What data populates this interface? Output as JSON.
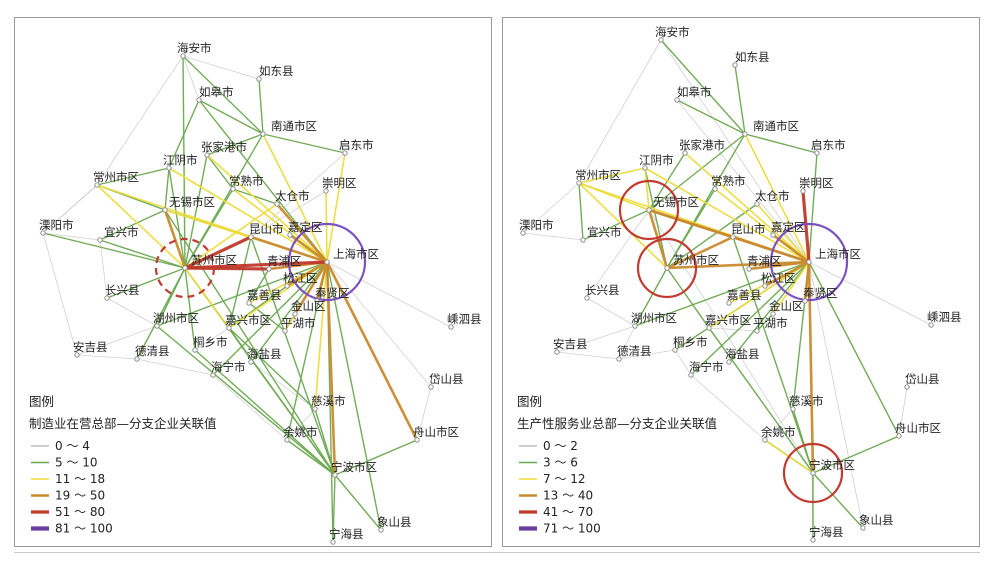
{
  "colors": {
    "c0": "#bdbdbd",
    "c1": "#6aa84f",
    "c2": "#ecdc3a",
    "c3": "#c98a2e",
    "c4": "#c0392b",
    "c5": "#6a3fa0",
    "node": "#8c8c8c",
    "circle_purple": "#7b4fbf",
    "circle_red": "#c23b31"
  },
  "cities": {
    "haian": "海安市",
    "rudong": "如东县",
    "rugao": "如皋市",
    "nantong": "南通市区",
    "qidong": "启东市",
    "zhangjiagang": "张家港市",
    "jiangyin": "江阴市",
    "changshu": "常熟市",
    "changzhou": "常州市区",
    "chongming": "崇明区",
    "taicang": "太仓市",
    "wuxi": "无锡市区",
    "liyang": "溧阳市",
    "yixing": "宜兴市",
    "kunshan": "昆山市",
    "jiading": "嘉定区",
    "shanghai": "上海市区",
    "suzhou": "苏州市区",
    "qingpu": "青浦区",
    "songjiang": "松江区",
    "fengxian": "奉贤区",
    "changxing": "长兴县",
    "jiashan": "嘉善县",
    "jinshan": "金山区",
    "shengsi": "嵊泗县",
    "huzhou": "湖州市区",
    "jiaxing": "嘉兴市区",
    "pinghu": "平湖市",
    "anji": "安吉县",
    "tongxiang": "桐乡市",
    "deqing": "德清县",
    "haiyan": "海盐县",
    "haining": "海宁市",
    "daishan": "岱山县",
    "cixi": "慈溪市",
    "yuyao": "余姚市",
    "zhoushan": "舟山市区",
    "ningbo": "宁波市区",
    "xiangshan": "象山县",
    "ninghai": "宁海县"
  },
  "left_panel": {
    "legend_title": "图例",
    "legend_subtitle": "制造业在营总部—分支企业关联值",
    "legend_items": [
      "0 ～ 4",
      "5 ～ 10",
      "11 ～ 18",
      "19 ～ 50",
      "51 ～ 80",
      "81 ～ 100"
    ]
  },
  "right_panel": {
    "legend_title": "图例",
    "legend_subtitle": "生产性服务业总部—分支企业关联值",
    "legend_items": [
      "0 ～ 2",
      "3 ～ 6",
      "7 ～ 12",
      "13 ～ 40",
      "41 ～ 70",
      "71 ～ 100"
    ]
  }
}
